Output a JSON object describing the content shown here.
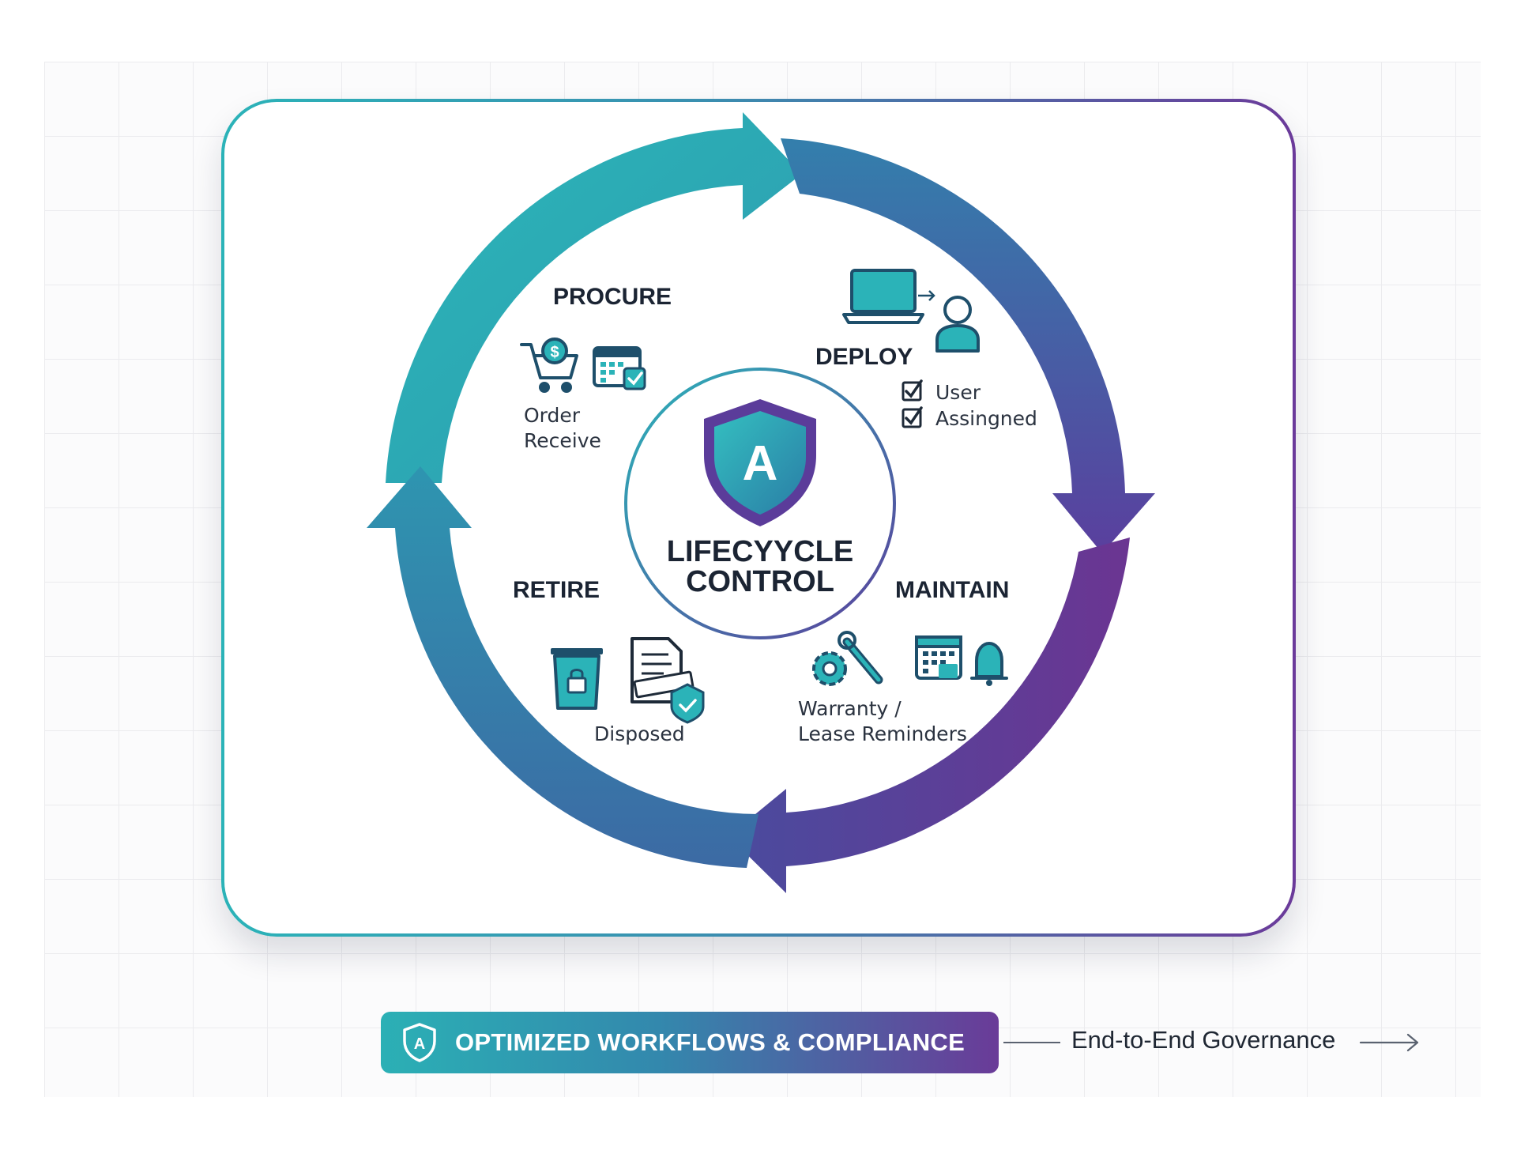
{
  "center": {
    "title_line1": "LIFECYYCLE",
    "title_line2": "CONTROL",
    "shield_letter": "A"
  },
  "stages": {
    "procure": {
      "title": "PROCURE",
      "caption_line1": "Order",
      "caption_line2": "Receive"
    },
    "deploy": {
      "title": "DEPLOY",
      "check1": "User",
      "check2": "Assingned"
    },
    "maintain": {
      "title": "MAINTAIN",
      "caption_line1": "Warranty /",
      "caption_line2": "Lease Reminders"
    },
    "retire": {
      "title": "RETIRE",
      "caption": "Disposed"
    }
  },
  "footer": {
    "badge_label": "OPTIMIZED WORKFLOWS & COMPLIANCE",
    "badge_icon_letter": "A",
    "governance_text": "End-to-End Governance"
  },
  "colors": {
    "teal": "#2bb3b8",
    "blue": "#3a79a8",
    "purple": "#6b3a9a",
    "text_dark": "#1b2433"
  }
}
